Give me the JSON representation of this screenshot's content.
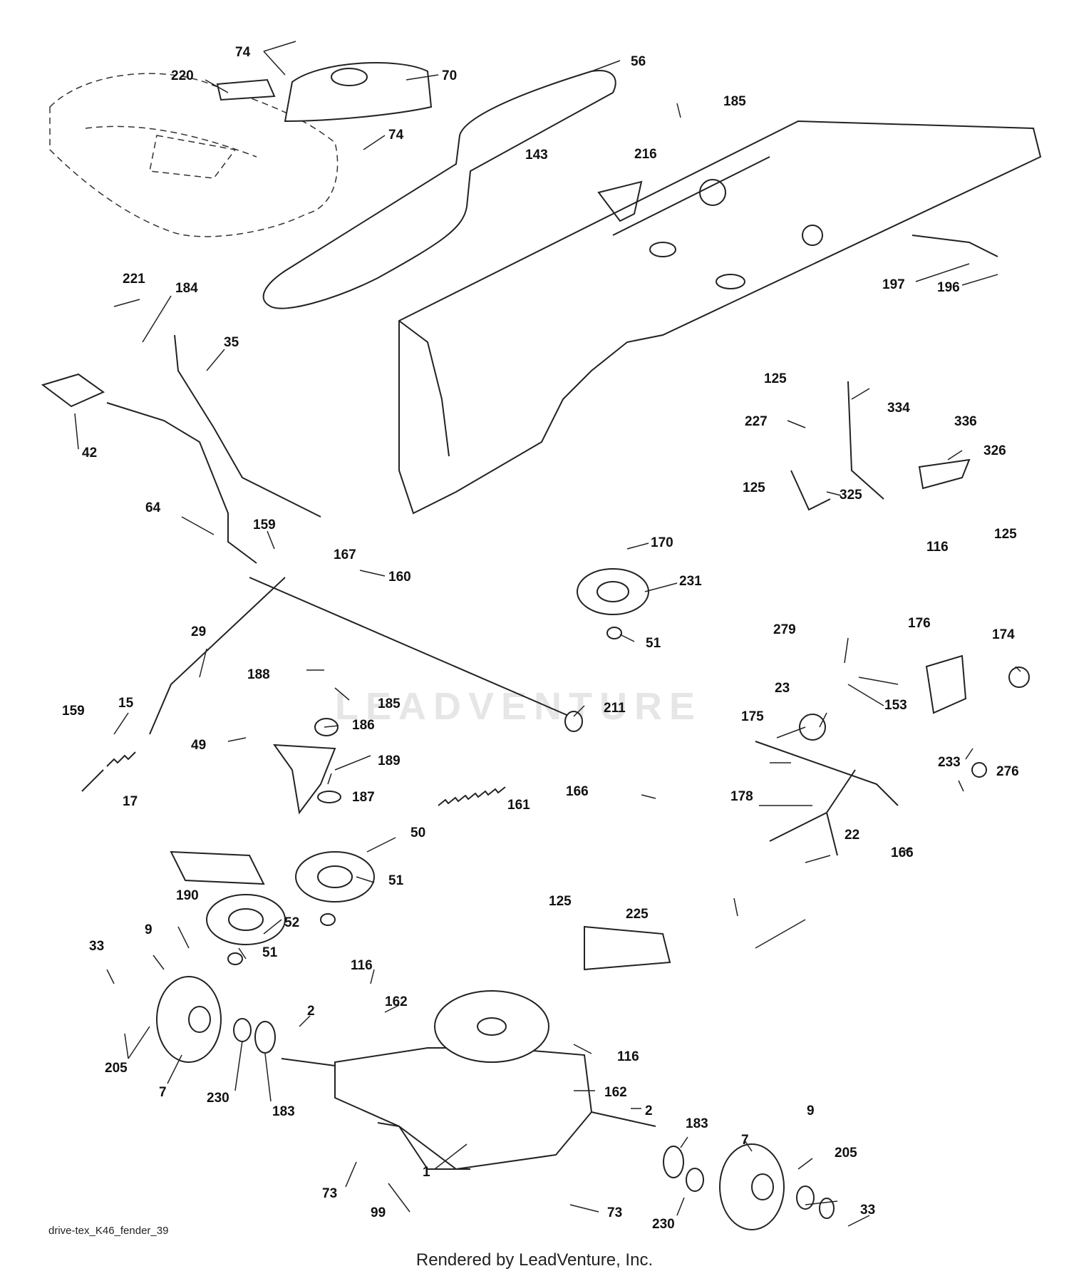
{
  "diagram": {
    "file_label": "drive-tex_K46_fender_39",
    "footer_credit": "Rendered by LeadVenture, Inc.",
    "watermark": "LEADVENTURE",
    "callouts": [
      {
        "id": "c74a",
        "text": "74"
      },
      {
        "id": "c220",
        "text": "220"
      },
      {
        "id": "c70",
        "text": "70"
      },
      {
        "id": "c56",
        "text": "56"
      },
      {
        "id": "c74b",
        "text": "74"
      },
      {
        "id": "c185a",
        "text": "185"
      },
      {
        "id": "c143",
        "text": "143"
      },
      {
        "id": "c216",
        "text": "216"
      },
      {
        "id": "c197",
        "text": "197"
      },
      {
        "id": "c196",
        "text": "196"
      },
      {
        "id": "c221",
        "text": "221"
      },
      {
        "id": "c184",
        "text": "184"
      },
      {
        "id": "c35",
        "text": "35"
      },
      {
        "id": "c42",
        "text": "42"
      },
      {
        "id": "c125a",
        "text": "125"
      },
      {
        "id": "c334",
        "text": "334"
      },
      {
        "id": "c227",
        "text": "227"
      },
      {
        "id": "c336",
        "text": "336"
      },
      {
        "id": "c326",
        "text": "326"
      },
      {
        "id": "c125b",
        "text": "125"
      },
      {
        "id": "c325",
        "text": "325"
      },
      {
        "id": "c125c",
        "text": "125"
      },
      {
        "id": "c116a",
        "text": "116"
      },
      {
        "id": "c64",
        "text": "64"
      },
      {
        "id": "c159a",
        "text": "159"
      },
      {
        "id": "c167",
        "text": "167"
      },
      {
        "id": "c160",
        "text": "160"
      },
      {
        "id": "c170",
        "text": "170"
      },
      {
        "id": "c231",
        "text": "231"
      },
      {
        "id": "c51a",
        "text": "51"
      },
      {
        "id": "c29",
        "text": "29"
      },
      {
        "id": "c279",
        "text": "279"
      },
      {
        "id": "c176",
        "text": "176"
      },
      {
        "id": "c174",
        "text": "174"
      },
      {
        "id": "c188",
        "text": "188"
      },
      {
        "id": "c23",
        "text": "23"
      },
      {
        "id": "c153",
        "text": "153"
      },
      {
        "id": "c159b",
        "text": "159"
      },
      {
        "id": "c15",
        "text": "15"
      },
      {
        "id": "c185b",
        "text": "185"
      },
      {
        "id": "c211",
        "text": "211"
      },
      {
        "id": "c175",
        "text": "175"
      },
      {
        "id": "c186",
        "text": "186"
      },
      {
        "id": "c49",
        "text": "49"
      },
      {
        "id": "c233",
        "text": "233"
      },
      {
        "id": "c276",
        "text": "276"
      },
      {
        "id": "c189",
        "text": "189"
      },
      {
        "id": "c166a",
        "text": "166"
      },
      {
        "id": "c17",
        "text": "17"
      },
      {
        "id": "c187",
        "text": "187"
      },
      {
        "id": "c161",
        "text": "161"
      },
      {
        "id": "c178",
        "text": "178"
      },
      {
        "id": "c22",
        "text": "22"
      },
      {
        "id": "c166b",
        "text": "166"
      },
      {
        "id": "c50",
        "text": "50"
      },
      {
        "id": "c51b",
        "text": "51"
      },
      {
        "id": "c190",
        "text": "190"
      },
      {
        "id": "c125d",
        "text": "125"
      },
      {
        "id": "c225",
        "text": "225"
      },
      {
        "id": "c52",
        "text": "52"
      },
      {
        "id": "c51c",
        "text": "51"
      },
      {
        "id": "c9a",
        "text": "9"
      },
      {
        "id": "c33a",
        "text": "33"
      },
      {
        "id": "c116b",
        "text": "116"
      },
      {
        "id": "c162a",
        "text": "162"
      },
      {
        "id": "c2a",
        "text": "2"
      },
      {
        "id": "c205a",
        "text": "205"
      },
      {
        "id": "c7a",
        "text": "7"
      },
      {
        "id": "c230a",
        "text": "230"
      },
      {
        "id": "c183a",
        "text": "183"
      },
      {
        "id": "c116c",
        "text": "116"
      },
      {
        "id": "c162b",
        "text": "162"
      },
      {
        "id": "c2b",
        "text": "2"
      },
      {
        "id": "c183b",
        "text": "183"
      },
      {
        "id": "c7b",
        "text": "7"
      },
      {
        "id": "c9b",
        "text": "9"
      },
      {
        "id": "c1",
        "text": "1"
      },
      {
        "id": "c73a",
        "text": "73"
      },
      {
        "id": "c99",
        "text": "99"
      },
      {
        "id": "c205b",
        "text": "205"
      },
      {
        "id": "c73b",
        "text": "73"
      },
      {
        "id": "c230b",
        "text": "230"
      },
      {
        "id": "c33b",
        "text": "33"
      }
    ]
  }
}
